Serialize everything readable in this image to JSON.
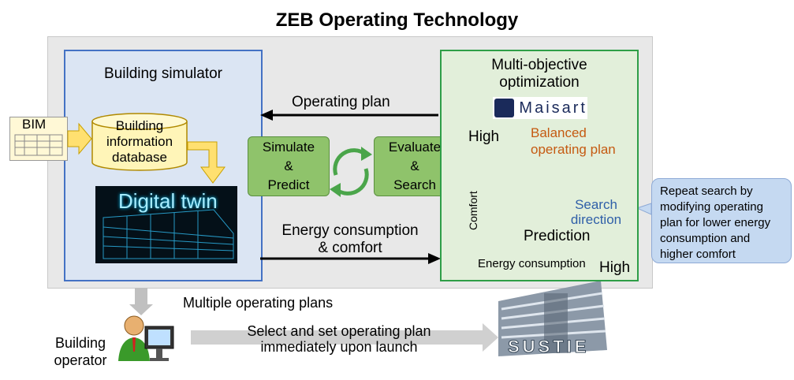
{
  "title": "ZEB Operating Technology",
  "simulator": {
    "title": "Building simulator",
    "bim": "BIM",
    "database": [
      "Building",
      "information",
      "database"
    ],
    "digital_twin": "Digital twin"
  },
  "optimizer": {
    "title": [
      "Multi-objective",
      "optimization"
    ],
    "logo": "Maisart",
    "y_high": "High",
    "x_high": "High",
    "y_axis": "Comfort",
    "x_axis": "Energy consumption",
    "balanced": [
      "Balanced",
      "operating plan"
    ],
    "search_direction": [
      "Search",
      "direction"
    ],
    "prediction": "Prediction"
  },
  "flow": {
    "operating_plan": "Operating plan",
    "simulate": [
      "Simulate",
      "&",
      "Predict"
    ],
    "evaluate": [
      "Evaluate",
      "&",
      "Search"
    ],
    "energy_comfort": [
      "Energy consumption",
      "& comfort"
    ]
  },
  "callout": [
    "Repeat search by",
    "modifying operating",
    "plan for lower energy",
    "consumption and",
    "higher comfort"
  ],
  "bottom": {
    "multiple_plans": "Multiple operating plans",
    "operator": [
      "Building",
      "operator"
    ],
    "select_plan": [
      "Select and set operating plan",
      "immediately upon launch"
    ],
    "building_sign": "SUSTIE"
  },
  "colors": {
    "sim_border": "#4472c4",
    "opt_border": "#2e9e47",
    "accent_orange": "#c55a11",
    "accent_blue": "#2f5fa8"
  }
}
